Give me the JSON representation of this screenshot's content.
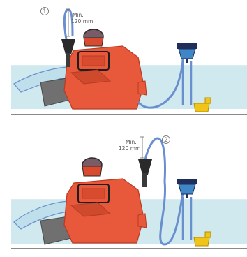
{
  "panels": [
    {
      "number": "①",
      "height_label": "Min.\n120 mm",
      "position": "upper"
    },
    {
      "number": "②",
      "height_label": "Min.\n120 mm",
      "position": "lower"
    }
  ],
  "colors": {
    "background": "#ffffff",
    "water": "#cfe9ee",
    "water_edge": "#b5dbe3",
    "engine": "#e8583a",
    "engine_dark": "#b63b24",
    "hose": "#6a8fcf",
    "gearbox": "#707070",
    "baseline": "#8a8a8a",
    "strainer_top": "#1f2e5a",
    "strainer_water": "#3f86c6",
    "valve": "#f0c418"
  },
  "icons": {
    "engine": "marine-engine-icon",
    "strainer": "seawater-strainer-icon",
    "seacock": "seacock-valve-icon"
  }
}
